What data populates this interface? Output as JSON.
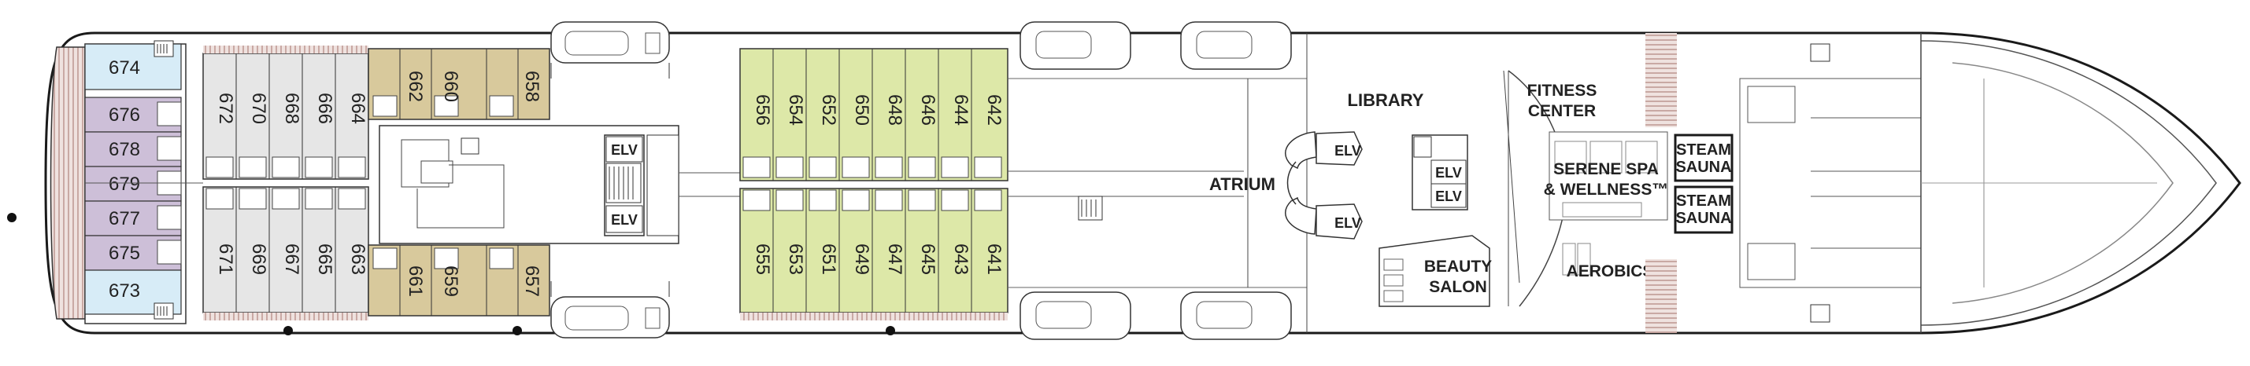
{
  "deck": {
    "colors": {
      "hull": "#1a1a1a",
      "blue": "#d7ecf7",
      "purple": "#cdbfd8",
      "gray": "#e6e6e6",
      "tan": "#d8c99c",
      "green": "#dde8a8",
      "stripe": "#c9a9a4",
      "wall": "#333333"
    },
    "cabins": {
      "bow_left_top": [
        "674",
        "676",
        "678",
        "679",
        "677",
        "675",
        "673"
      ],
      "gray_top": [
        "672",
        "670",
        "668",
        "666",
        "664"
      ],
      "tan_top": [
        "662",
        "660",
        "658"
      ],
      "gray_bottom": [
        "671",
        "669",
        "667",
        "665",
        "663"
      ],
      "tan_bottom": [
        "661",
        "659",
        "657"
      ],
      "green_top": [
        "656",
        "654",
        "652",
        "650",
        "648",
        "646",
        "644",
        "642"
      ],
      "green_bottom": [
        "655",
        "653",
        "651",
        "649",
        "647",
        "645",
        "643",
        "641"
      ]
    },
    "elevators": {
      "left_top": "ELV",
      "left_bottom": "ELV",
      "atrium_top": "ELV",
      "atrium_bottom": "ELV",
      "library_top": "ELV",
      "library_bottom": "ELV"
    },
    "venues": {
      "library": "LIBRARY",
      "atrium": "ATRIUM",
      "fitness_line1": "FITNESS",
      "fitness_line2": "CENTER",
      "spa_line1": "SERENE SPA",
      "spa_line2": "& WELLNESS™",
      "beauty_line1": "BEAUTY",
      "beauty_line2": "SALON",
      "aerobics": "AEROBICS",
      "steam_top_line1": "STEAM",
      "steam_top_line2": "SAUNA",
      "steam_bottom_line1": "STEAM",
      "steam_bottom_line2": "SAUNA"
    }
  }
}
